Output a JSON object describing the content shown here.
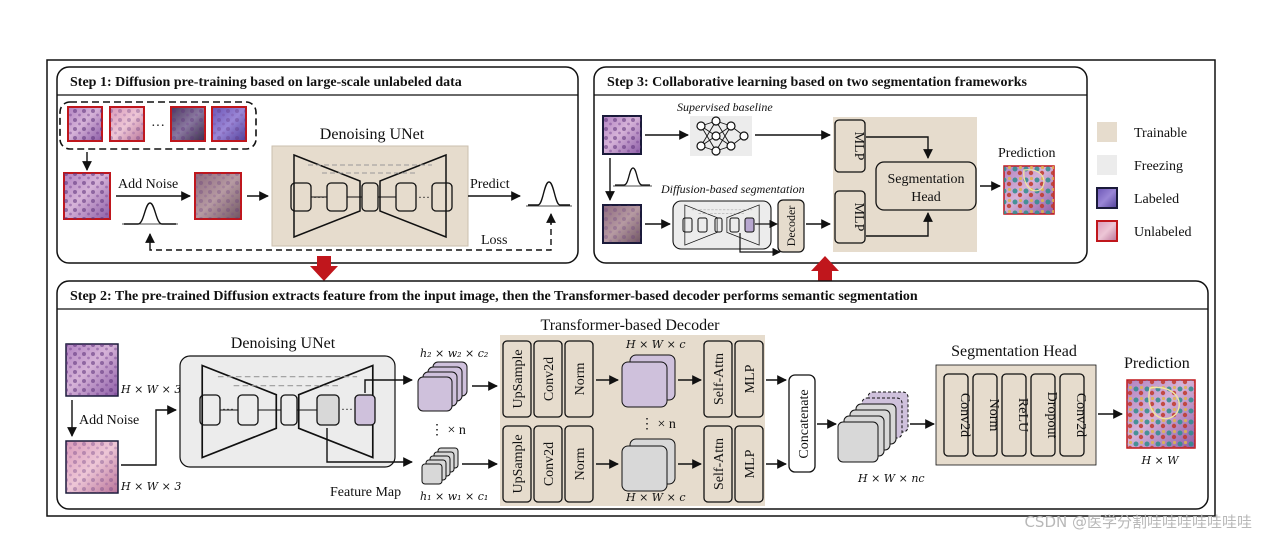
{
  "step1": {
    "title": "Step 1: Diffusion pre-training based on large-scale unlabeled data",
    "ellipsis": "···",
    "unet_label": "Denoising UNet",
    "add_noise": "Add Noise",
    "predict": "Predict",
    "loss": "Loss"
  },
  "step2": {
    "title": "Step 2: The pre-trained Diffusion extracts feature from the input image, then the Transformer-based decoder performs semantic segmentation",
    "unet_label": "Denoising UNet",
    "add_noise": "Add Noise",
    "feature_map": "Feature Map",
    "dim_input_top": "H × W × 3",
    "dim_input_bottom": "H × W × 3",
    "dim_feat_top": "h₂ × w₂ × c₂",
    "dim_feat_bottom": "h₁ × w₁ × c₁",
    "repeat_n": "⋮ × n",
    "repeat_n2": "⋮ × n",
    "decoder_label": "Transformer-based Decoder",
    "upsample": "UpSample",
    "conv2d": "Conv2d",
    "norm": "Norm",
    "self_attn": "Self-Attn",
    "mlp": "MLP",
    "dim_hwc_top": "H × W × c",
    "dim_hwc_bottom": "H × W × c",
    "concatenate": "Concatenate",
    "dim_hwnc": "H × W × nc",
    "seg_head_label": "Segmentation Head",
    "head_layers": [
      "Conv2d",
      "Norm",
      "ReLU",
      "Dropout",
      "Conv2d"
    ],
    "prediction": "Prediction",
    "dim_output": "H × W"
  },
  "step3": {
    "title": "Step 3: Collaborative learning based on two segmentation frameworks",
    "supervised": "Supervised baseline",
    "diffusion_seg": "Diffusion-based segmentation",
    "decoder": "Decoder",
    "mlp": "MLP",
    "seg_head": [
      "Segmentation",
      "Head"
    ],
    "prediction": "Prediction"
  },
  "legend": {
    "trainable": "Trainable",
    "freezing": "Freezing",
    "labeled": "Labeled",
    "unlabeled": "Unlabeled"
  },
  "colors": {
    "trainable": "#e6dccd",
    "freezing": "#ececec",
    "labeled_border": "#1a1a3a",
    "unlabeled_border": "#c0161c",
    "arrow_red": "#c0161c",
    "feature_purple": "#cfc1dc",
    "feature_gray": "#d8d8d8"
  },
  "watermark": "CSDN @医学分割哇哇哇哇哇哇哇"
}
